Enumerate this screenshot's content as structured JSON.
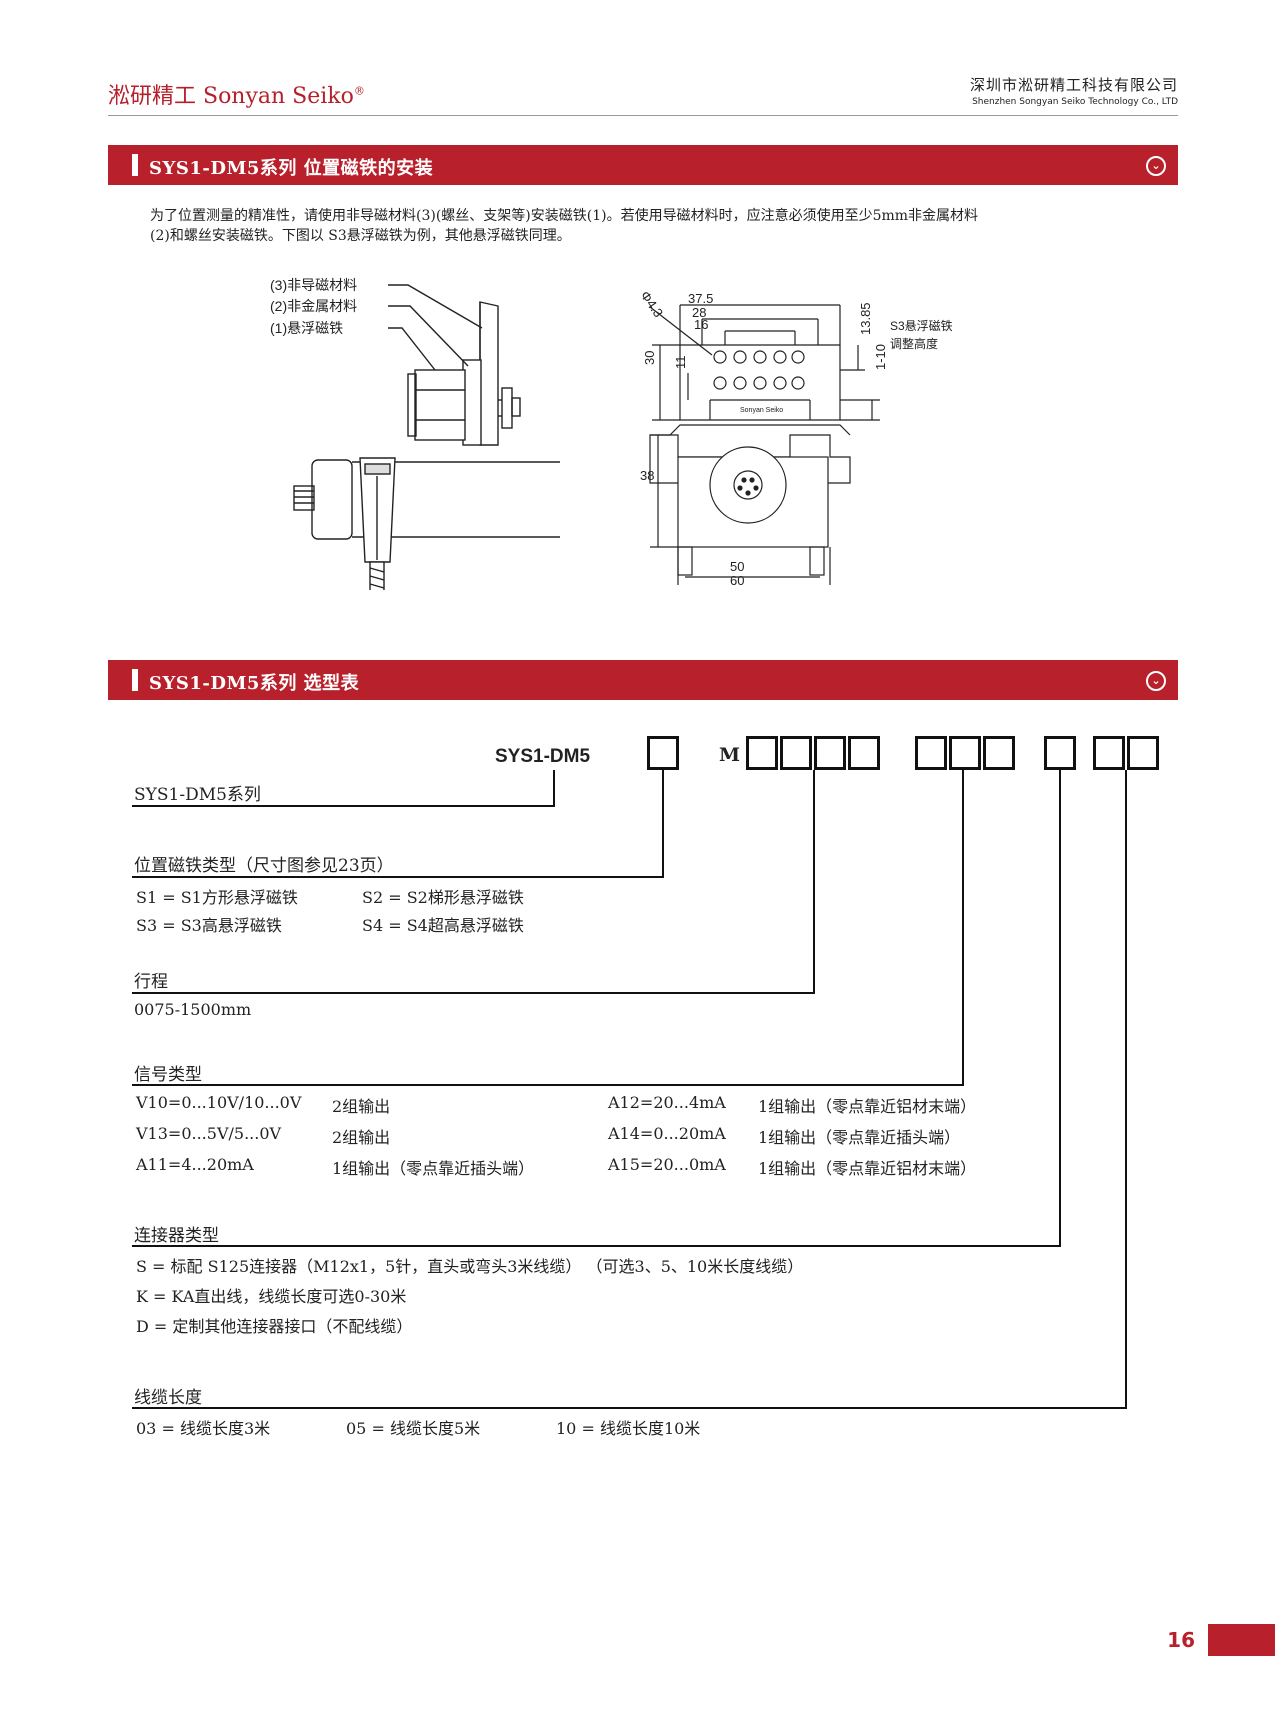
{
  "header": {
    "brand": "淞研精工 Sonyan Seiko",
    "brand_reg": "®",
    "company_cn": "深圳市淞研精工科技有限公司",
    "company_en": "Shenzhen Songyan Seiko Technology Co., LTD"
  },
  "section1": {
    "title": "SYS1-DM5系列 位置磁铁的安装",
    "icon": "⌄",
    "intro_line1": "为了位置测量的精准性，请使用非导磁材料(3)(螺丝、支架等)安装磁铁(1)。若使用导磁材料时，应注意必须使用至少5mm非金属材料",
    "intro_line2": "(2)和螺丝安装磁铁。下图以 S3悬浮磁铁为例，其他悬浮磁铁同理。",
    "diagram_left": {
      "label1": "(3)非导磁材料",
      "label2": "(2)非金属材料",
      "label3": "(1)悬浮磁铁"
    },
    "diagram_right": {
      "d375": "37.5",
      "d28": "28",
      "d16": "16",
      "dia": "Φ4.3",
      "d1385": "13.85",
      "d30": "30",
      "d11": "11",
      "d110": "1-10",
      "d38": "38",
      "d50": "50",
      "d60": "60",
      "brand_small": "Sonyan Seiko",
      "note1": "S3悬浮磁铁",
      "note2": "调整高度"
    }
  },
  "section2": {
    "title": "SYS1-DM5系列 选型表",
    "icon": "⌄",
    "model": "SYS1-DM5",
    "m_letter": "M",
    "series_label": "SYS1-DM5系列",
    "magnet": {
      "heading": "位置磁铁类型（尺寸图参见23页）",
      "s1": "S1 = S1方形悬浮磁铁",
      "s2": "S2 = S2梯形悬浮磁铁",
      "s3": "S3 = S3高悬浮磁铁",
      "s4": "S4 = S4超高悬浮磁铁"
    },
    "stroke": {
      "heading": "行程",
      "range": "0075-1500mm"
    },
    "signal": {
      "heading": "信号类型",
      "rows": [
        {
          "code": "V10=0...10V/10...0V",
          "desc": "2组输出"
        },
        {
          "code": "V13=0...5V/5...0V",
          "desc": "2组输出"
        },
        {
          "code": "A11=4...20mA",
          "desc": "1组输出（零点靠近插头端）"
        }
      ],
      "rows_right": [
        {
          "code": "A12=20...4mA",
          "desc": "1组输出（零点靠近铝材末端）"
        },
        {
          "code": "A14=0...20mA",
          "desc": "1组输出（零点靠近插头端）"
        },
        {
          "code": "A15=20...0mA",
          "desc": "1组输出（零点靠近铝材末端）"
        }
      ]
    },
    "connector": {
      "heading": "连接器类型",
      "s": "S = 标配 S125连接器（M12x1，5针，直头或弯头3米线缆）  （可选3、5、10米长度线缆）",
      "k": "K = KA直出线，线缆长度可选0-30米",
      "d": "D = 定制其他连接器接口（不配线缆）"
    },
    "cable": {
      "heading": "线缆长度",
      "o1": "03 = 线缆长度3米",
      "o2": "05 = 线缆长度5米",
      "o3": "10 = 线缆长度10米"
    }
  },
  "footer": {
    "page": "16"
  }
}
